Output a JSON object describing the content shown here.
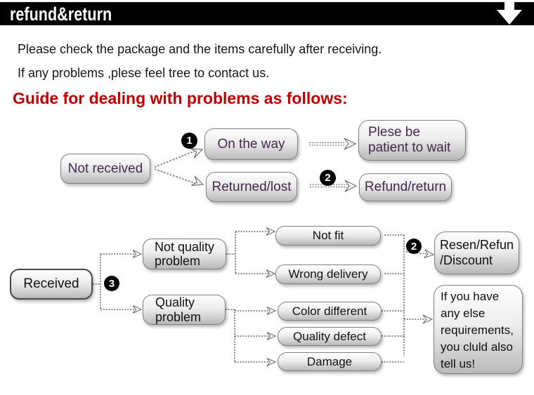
{
  "banner": {
    "title": "refund&return",
    "bg_color": "#000000",
    "arrow_icon": "down-arrow"
  },
  "intro": {
    "line1": "Please check the package and the items carefully after receiving.",
    "line2": "If any problems ,plese feel tree to contact us."
  },
  "heading": {
    "text": "Guide for dealing with problems as follows:",
    "color": "#c00000"
  },
  "flow_not_received": {
    "not_received": "Not received",
    "step1_badge": "1",
    "on_the_way": "On the way",
    "patient_wait": "Plese be\npatient to wait",
    "returned_lost": "Returned/lost",
    "step2_badge": "2",
    "refund_return": "Refund/return"
  },
  "flow_received": {
    "received": "Received",
    "step3_badge": "3",
    "not_quality_problem": "Not quality\nproblem",
    "quality_problem": "Quality\nproblem",
    "not_fit": "Not fit",
    "wrong_delivery": "Wrong delivery",
    "color_different": "Color different",
    "quality_defect": "Quality defect",
    "damage": "Damage",
    "step2_badge": "2",
    "resen_refund_discount": "Resen/Refun\n/Discount",
    "other_requirements": "If you have\nany else\nrequirements,\nyou cluld also\ntell us!"
  },
  "colors": {
    "flow1_text": "#43274a",
    "flow2_text": "#101010",
    "badge_bg": "#000000",
    "badge_text": "#ffffff",
    "box_border": "#808080"
  }
}
